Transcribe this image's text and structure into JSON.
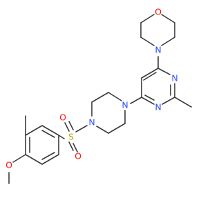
{
  "structure": {
    "atom_labels": {
      "morpholine_oxygen": "O",
      "morpholine_nitrogen": "N",
      "pyrimidine_n1": "N",
      "pyrimidine_n3": "N",
      "piperazine_n1": "N",
      "piperazine_n4": "N",
      "sulfonyl_sulfur": "S",
      "sulfonyl_oxygen_upper": "O",
      "sulfonyl_oxygen_lower": "O",
      "methoxy_oxygen": "O"
    },
    "colors": {
      "bond": "#3a3a3a",
      "nitrogen": "#3050f8",
      "oxygen": "#ff0d0d",
      "sulfur": "#b8a000",
      "background": "#ffffff"
    }
  }
}
